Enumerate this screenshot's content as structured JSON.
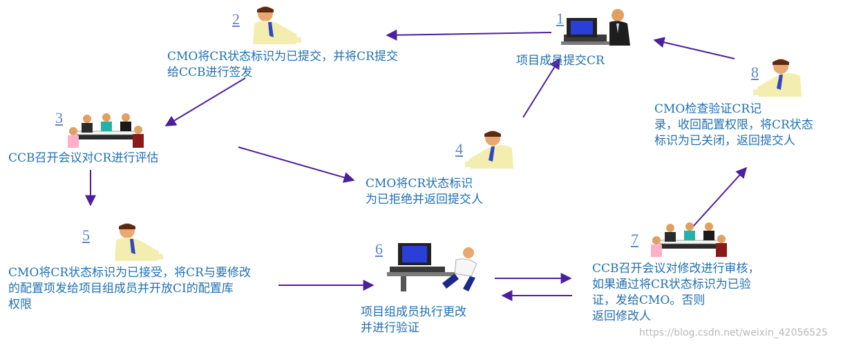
{
  "steps": [
    {
      "num": "1",
      "lines": [
        "项目成员提交CR"
      ]
    },
    {
      "num": "2",
      "lines": [
        "CMO将CR状态标识为已提交，并将CR提交",
        "给CCB进行签发"
      ]
    },
    {
      "num": "3",
      "lines": [
        "CCB召开会议对CR进行评估"
      ]
    },
    {
      "num": "4",
      "lines": [
        "CMO将CR状态标识",
        "为已拒绝并返回提交人"
      ]
    },
    {
      "num": "5",
      "lines": [
        "CMO将CR状态标识为已接受，将CR与要修改",
        "的配置项发给项目组成员并开放CI的配置库",
        "权限"
      ]
    },
    {
      "num": "6",
      "lines": [
        "项目组成员执行更改",
        "并进行验证"
      ]
    },
    {
      "num": "7",
      "lines": [
        "CCB召开会议对修改进行审核，",
        "如果通过将CR状态标识为已验",
        "证，发给CMO。否则",
        "返回修改人"
      ]
    },
    {
      "num": "8",
      "lines": [
        "CMO检查验证CR记",
        "录，收回配置权限，将CR状态",
        "标识为已关闭，返回提交人"
      ]
    }
  ],
  "watermark": "https://blog.csdn.net/weixin_42056525",
  "colors": {
    "arrow": "#4b1f9e",
    "text": "#1f6fb2",
    "number": "#5b86c4"
  }
}
